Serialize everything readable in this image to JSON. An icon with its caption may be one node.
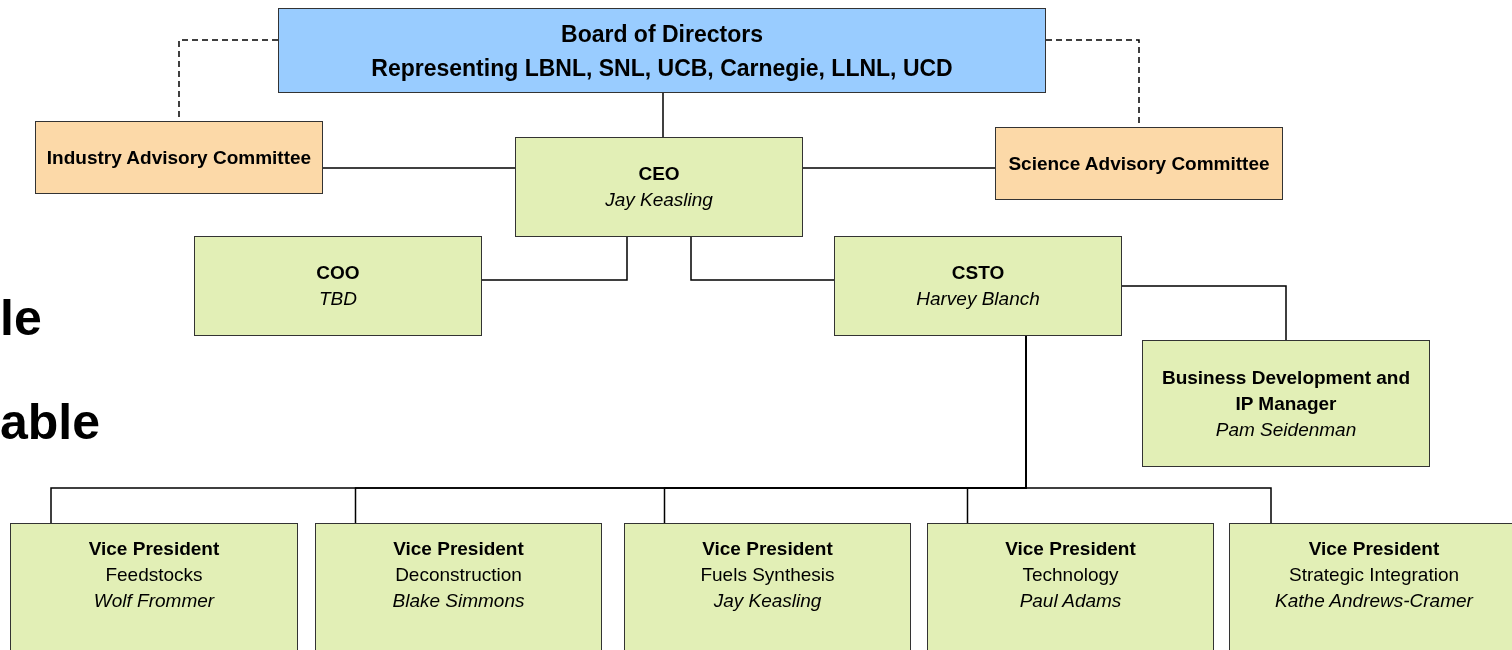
{
  "diagram": {
    "nodes": [
      {
        "text": [
          "Board of Directors",
          "Representing LBNL, SNL, UCB, Carnegie, LLNL, UCD"
        ]
      },
      {
        "text": [
          "Industry Advisory Committee"
        ]
      },
      {
        "text": [
          "CEO",
          "Jay Keasling"
        ]
      },
      {
        "text": [
          "Science Advisory Committee"
        ]
      },
      {
        "text": [
          "COO",
          "TBD"
        ]
      },
      {
        "text": [
          "CSTO",
          "Harvey Blanch"
        ]
      },
      {
        "text": [
          "Business Development and IP Manager",
          "Pam Seidenman"
        ]
      },
      {
        "text": [
          "Vice President",
          "Feedstocks",
          "Wolf Frommer"
        ]
      },
      {
        "text": [
          "Vice President",
          "Deconstruction",
          "Blake Simmons"
        ]
      },
      {
        "text": [
          "Vice President",
          "Fuels Synthesis",
          "Jay Keasling"
        ]
      },
      {
        "text": [
          "Vice President",
          "Technology",
          "Paul Adams"
        ]
      },
      {
        "text": [
          "Vice President",
          "Strategic Integration",
          "Kathe Andrews-Cramer"
        ]
      }
    ],
    "edges": [
      {
        "from": 0,
        "to": 1,
        "arrow": "none",
        "style": "dashed"
      },
      {
        "from": 0,
        "to": 3,
        "arrow": "none",
        "style": "dashed"
      },
      {
        "from": 0,
        "to": 2,
        "arrow": "none"
      },
      {
        "from": 2,
        "to": 1,
        "arrow": "none"
      },
      {
        "from": 2,
        "to": 3,
        "arrow": "none"
      },
      {
        "from": 2,
        "to": 4,
        "arrow": "none"
      },
      {
        "from": 2,
        "to": 5,
        "arrow": "none"
      },
      {
        "from": 5,
        "to": 6,
        "arrow": "none"
      },
      {
        "from": 5,
        "to": 7,
        "arrow": "none"
      },
      {
        "from": 5,
        "to": 8,
        "arrow": "none"
      },
      {
        "from": 5,
        "to": 9,
        "arrow": "none"
      },
      {
        "from": 5,
        "to": 10,
        "arrow": "none"
      },
      {
        "from": 5,
        "to": 11,
        "arrow": "none"
      }
    ],
    "labels": [
      "le",
      "able"
    ]
  }
}
